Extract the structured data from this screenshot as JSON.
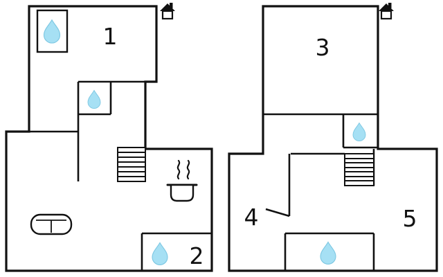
{
  "colors": {
    "background": "#ffffff",
    "walls": "#111111",
    "water_drop_fill": "#a6e0f4",
    "water_drop_stroke": "#7cc7e2"
  },
  "plans": [
    {
      "name": "left-floor-plan",
      "rooms": [
        {
          "number": "1"
        },
        {
          "number": "2"
        }
      ],
      "features": [
        "water-drop-icon",
        "water-drop-icon",
        "water-drop-icon",
        "house-icon",
        "stairs",
        "sofa-icon",
        "cooking-pot-icon"
      ]
    },
    {
      "name": "right-floor-plan",
      "rooms": [
        {
          "number": "3"
        },
        {
          "number": "4"
        },
        {
          "number": "5"
        }
      ],
      "features": [
        "water-drop-icon",
        "water-drop-icon",
        "house-icon",
        "stairs"
      ]
    }
  ]
}
